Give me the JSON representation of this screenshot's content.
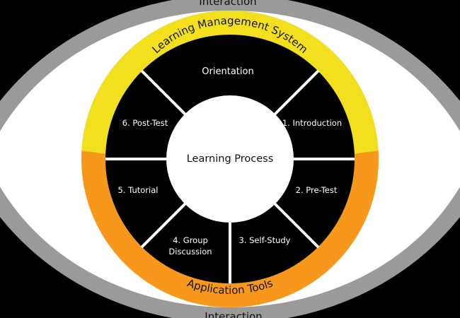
{
  "interaction_top": "Interaction",
  "interaction_bottom": "Interaction",
  "ring_top_label": "Learning Management System",
  "ring_bottom_label": "Application Tools",
  "center_label": "Learning Process",
  "segments": {
    "orientation": "Orientation",
    "introduction": "1. Introduction",
    "pretest": "2. Pre-Test",
    "selfstudy": "3. Self-Study",
    "group_line1": "4. Group",
    "group_line2": "Discussion",
    "tutorial": "5. Tutorial",
    "posttest": "6. Post-Test"
  },
  "colors": {
    "background": "#000000",
    "outer_gray": "#9a9a9a",
    "eye_white": "#ffffff",
    "ring_yellow": "#f2e01e",
    "ring_orange": "#f7981d",
    "segment_fill": "#000000",
    "divider": "#ffffff"
  }
}
